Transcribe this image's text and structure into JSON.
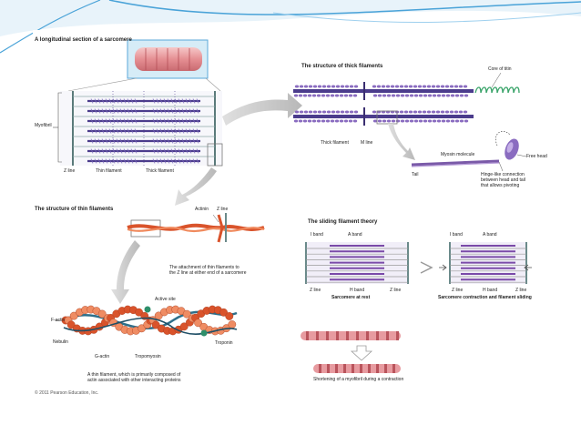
{
  "colors": {
    "accent_blue": "#4aa3d8",
    "thick_filament": "#4b3c8c",
    "myosin_head": "#8a6cc0",
    "actin": "#d9532b",
    "tropomyosin": "#2e6f8a",
    "titin": "#3aa46a"
  },
  "sarcomere": {
    "title": "A longitudinal section of a sarcomere",
    "myofibril": "Myofibril",
    "z_line": "Z line",
    "thin_filament": "Thin filament",
    "thick_filament": "Thick filament"
  },
  "thick": {
    "title": "The structure of thick filaments",
    "core_of_titin": "Core of titin",
    "thick_filament": "Thick filament",
    "m_line": "M line",
    "myosin_molecule": "Myosin molecule",
    "free_head": "Free head",
    "tail": "Tail",
    "hinge_1": "Hinge-like connection",
    "hinge_2": "between head and tail",
    "hinge_3": "that allows pivoting"
  },
  "thin": {
    "title": "The structure of thin filaments",
    "actinin": "Actinin",
    "z_line": "Z line",
    "attach_1": "The attachment of thin filaments to",
    "attach_2": "the Z line at either end of a sarcomere",
    "active_site": "Active site",
    "f_actin": "F-actin",
    "nebulin": "Nebulin",
    "g_actin": "G-actin",
    "tropomyosin": "Tropomyosin",
    "troponin": "Troponin",
    "caption_1": "A thin filament, which is primarily composed of",
    "caption_2": "actin associated with other interacting proteins"
  },
  "sliding": {
    "title": "The sliding filament theory",
    "i_band": "I band",
    "a_band": "A band",
    "z_line": "Z line",
    "h_band": "H band",
    "rest": "Sarcomere at rest",
    "contraction": "Sarcomere contraction and filament sliding",
    "shortening": "Shortening of a myofibril during a contraction"
  },
  "copyright": "© 2011 Pearson Education, Inc."
}
